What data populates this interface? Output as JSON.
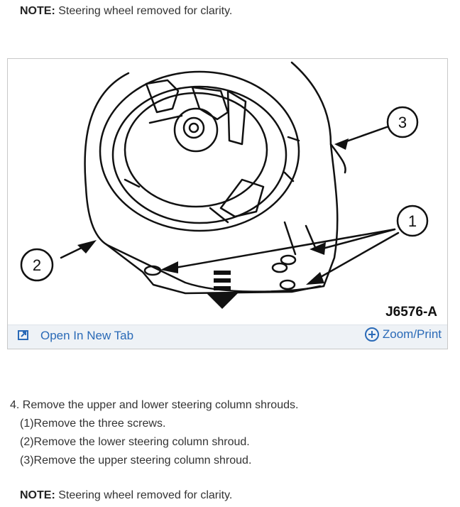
{
  "note_top": {
    "label": "NOTE:",
    "text": " Steering wheel removed for clarity."
  },
  "figure": {
    "id_label": "J6576-A",
    "callouts": [
      "3",
      "1",
      "2"
    ],
    "open_new_tab": "Open In New Tab",
    "zoom_print": "Zoom/Print"
  },
  "steps": {
    "main": "4. Remove the upper and lower steering column shrouds.",
    "sub": [
      "(1)Remove the three screws.",
      "(2)Remove the lower steering column shroud.",
      "(3)Remove the upper steering column shroud."
    ]
  },
  "note_bottom": {
    "label": "NOTE:",
    "text": " Steering wheel removed for clarity."
  },
  "colors": {
    "link": "#2a6ab7",
    "toolbar_bg": "#eef2f6"
  }
}
